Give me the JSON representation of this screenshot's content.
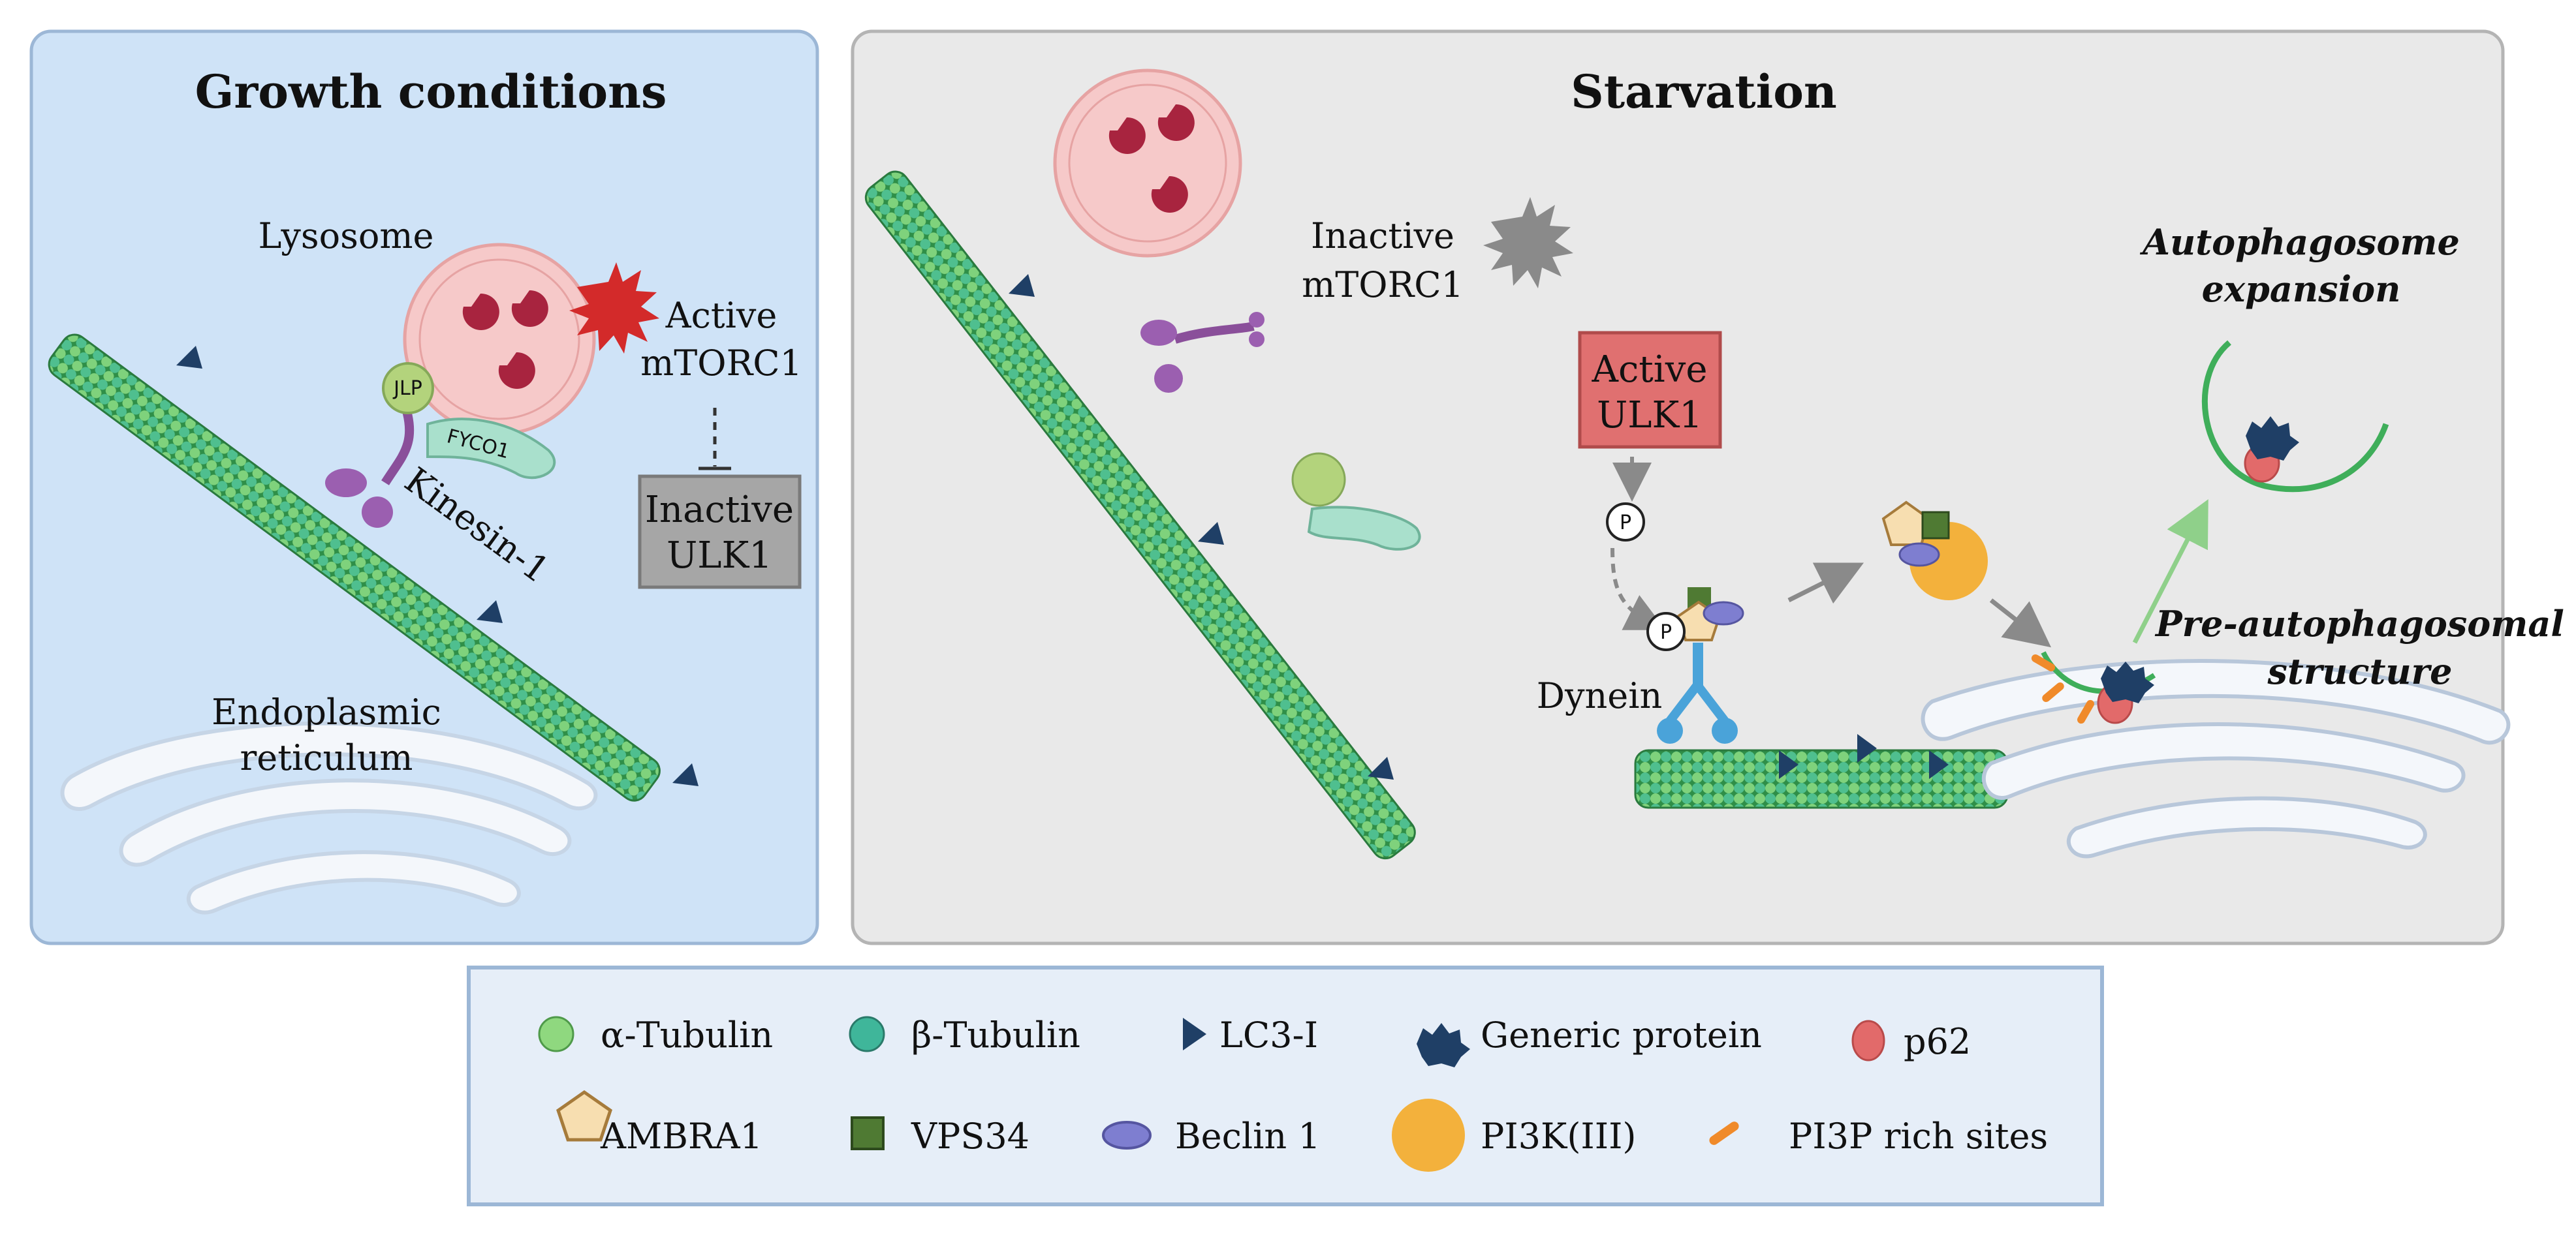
{
  "panels": {
    "growth": {
      "title": "Growth conditions"
    },
    "starvation": {
      "title": "Starvation"
    }
  },
  "growth_labels": {
    "lysosome": "Lysosome",
    "active_mtorc1_1": "Active",
    "active_mtorc1_2": "mTORC1",
    "inactive_ulk1_1": "Inactive",
    "inactive_ulk1_2": "ULK1",
    "jlp": "JLP",
    "fyco1": "FYCO1",
    "kinesin": "Kinesin-1",
    "er_1": "Endoplasmic",
    "er_2": "reticulum"
  },
  "starvation_labels": {
    "inactive_mtorc1_1": "Inactive",
    "inactive_mtorc1_2": "mTORC1",
    "active_ulk1_1": "Active",
    "active_ulk1_2": "ULK1",
    "phospho": "P",
    "phospho2": "P",
    "dynein": "Dynein",
    "autophagosome_1": "Autophagosome",
    "autophagosome_2": "expansion",
    "pas_1": "Pre-autophagosomal",
    "pas_2": "structure"
  },
  "legend": {
    "items": [
      {
        "label": "α-Tubulin",
        "icon": "alpha-tubulin-icon"
      },
      {
        "label": "β-Tubulin",
        "icon": "beta-tubulin-icon"
      },
      {
        "label": "LC3-I",
        "icon": "lc3-icon"
      },
      {
        "label": "Generic protein",
        "icon": "generic-protein-icon"
      },
      {
        "label": "p62",
        "icon": "p62-icon"
      },
      {
        "label": "AMBRA1",
        "icon": "ambra1-icon"
      },
      {
        "label": "VPS34",
        "icon": "vps34-icon"
      },
      {
        "label": "Beclin 1",
        "icon": "beclin1-icon"
      },
      {
        "label": "PI3K(III)",
        "icon": "pi3k-icon"
      },
      {
        "label": "PI3P rich sites",
        "icon": "pi3p-icon"
      }
    ]
  },
  "colors": {
    "growth_bg": "#cfe3f7",
    "starvation_bg": "#e9e9e9",
    "microtubule": "#3fae5a",
    "lysosome": "#f6c9c9",
    "active_mtorc1": "#d32a2a",
    "inactive_mtorc1": "#8a8a8a",
    "active_ulk1": "#e07070",
    "inactive_ulk1": "#a6a6a6",
    "lc3": "#1f3f66",
    "p62": "#e26a6a",
    "pi3k": "#f3b13c",
    "ambra1": "#f7deb0",
    "vps34": "#4f7a33",
    "beclin1": "#7e7ed0"
  }
}
